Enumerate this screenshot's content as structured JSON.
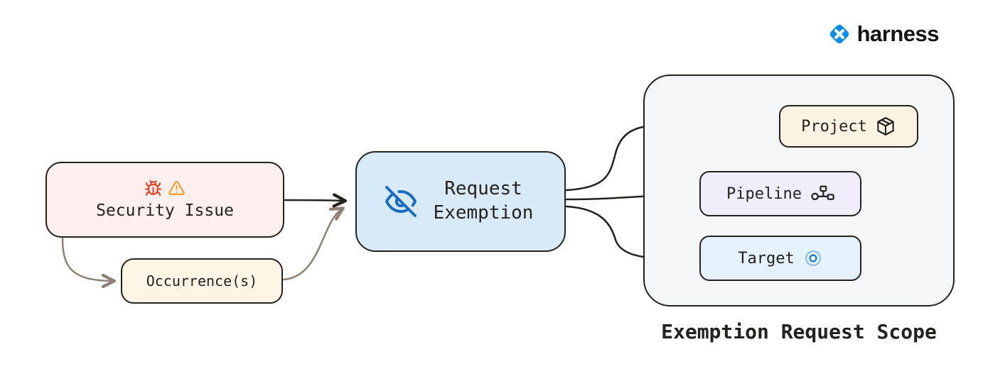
{
  "brand": {
    "name": "harness"
  },
  "diagram": {
    "security_issue": "Security Issue",
    "occurrences": "Occurrence(s)",
    "request_exemption": "Request Exemption",
    "project": "Project",
    "pipeline": "Pipeline",
    "target": "Target",
    "scope_caption": "Exemption Request Scope"
  },
  "icons": {
    "brand": "harness-logo-icon",
    "security": [
      "bug-icon",
      "warning-triangle-icon"
    ],
    "exemption": "eye-off-icon",
    "project": "package-cube-icon",
    "pipeline": "pipeline-graph-icon",
    "target": "target-circles-icon"
  },
  "colors": {
    "stroke": "#24221f",
    "connector_dark": "#24221f",
    "connector_brown": "#8d8175",
    "security_fill": "#fcefed",
    "occurrence_fill": "#fdf6e7",
    "exemption_fill": "#d8e9f7",
    "scope_fill": "#f4f6f7",
    "project_fill": "#fdf3e2",
    "pipeline_fill": "#f1edfa",
    "target_fill": "#e5f1fb",
    "bug_red": "#e23c22",
    "warning_orange": "#f49b20",
    "eye_blue": "#1a6ec0",
    "target_blue": "#2e7cc9",
    "brand_blue": "#0b8ce8"
  }
}
